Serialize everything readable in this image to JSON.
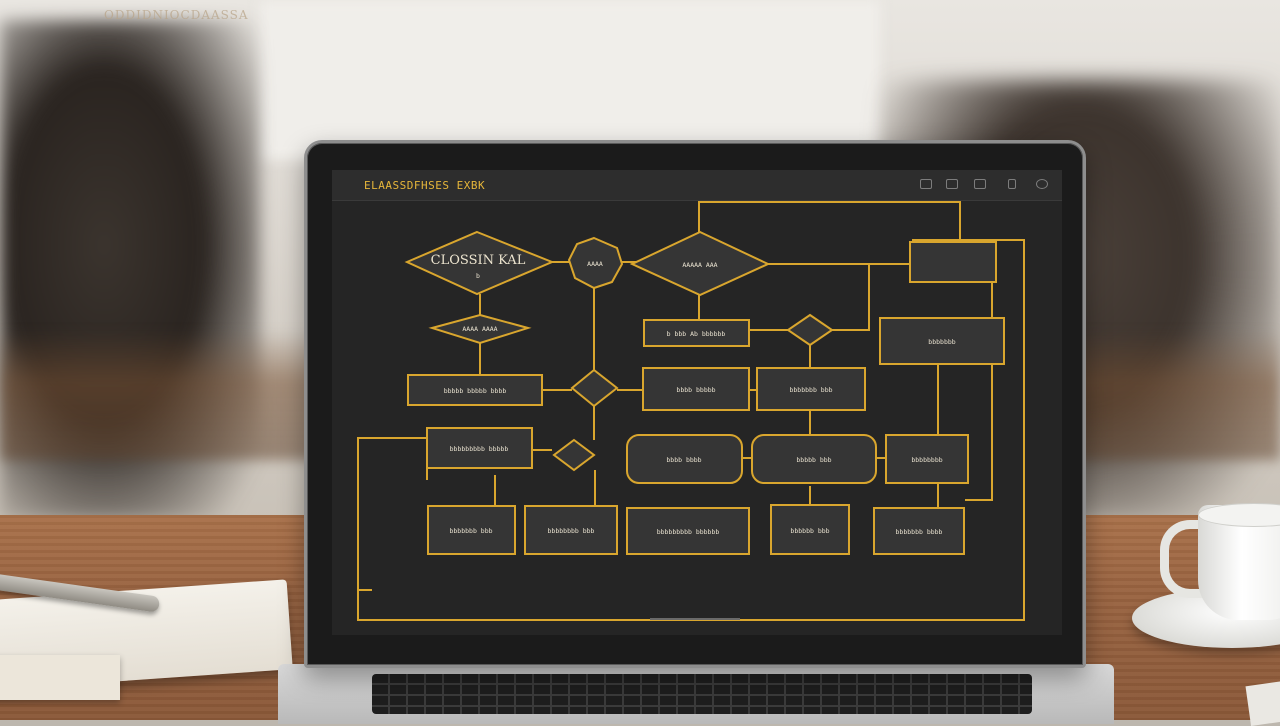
{
  "scene": {
    "watermark": "ODDIDNIOCDAASSA",
    "colors": {
      "accent": "#d9a62e",
      "screen_bg": "#252525",
      "desk": "#9a6441"
    }
  },
  "app": {
    "title": "ELAASSDFHSES EXBK",
    "toolbar_icons": [
      "image-icon",
      "grid-icon",
      "layers-icon",
      "info-icon",
      "settings-icon"
    ]
  },
  "flowchart": {
    "start_diamond": "CLOSSIN KAL",
    "start_diamond_sub": "b",
    "nodes": {
      "hex": "AAAA",
      "diamond_top": "AAAAA AAA",
      "diamond_small": "AAAA AAAA",
      "mid_box": "b  bbb  Ab  bbbbbb",
      "left_box": "bbbbb bbbbb bbbb",
      "right_box_a": "bbbb bbbbb",
      "right_box_b": "bbbbbbb bbb",
      "process_left": "bbbbbbbbb bbbbb",
      "pill_left": "bbbb bbbb",
      "pill_right": "bbbbb bbb",
      "side_box": "bbbbbbbb",
      "bottom_1": "bbbbbbb bbb",
      "bottom_2": "bbbbbbbb bbb",
      "bottom_3": "bbbbbbbbb bbbbbb",
      "bottom_4": "bbbbbb bbb",
      "bottom_5": "bbbbbbb bbbb",
      "top_right": "bbbbbbb"
    }
  }
}
